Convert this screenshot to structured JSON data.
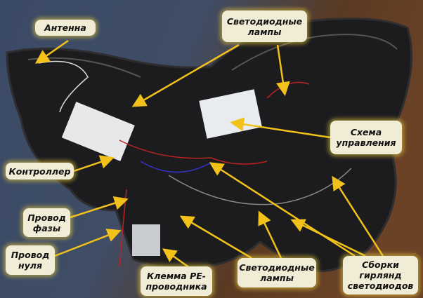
{
  "labels": {
    "antenna": "Антенна",
    "led_lamps_top": "Светодиодные лампы",
    "control_circuit": "Схема управления",
    "controller": "Контроллер",
    "phase_wire": "Провод фазы",
    "neutral_wire": "Провод нуля",
    "pe_terminal": "Клемма PE-проводника",
    "led_lamps_bottom": "Светодиодные лампы",
    "led_garland_assemblies": "Сборки гирлянд светодиодов"
  },
  "colors": {
    "arrow": "#f2c21a",
    "label_bg": "#f1ecd6",
    "background_left": "#3b4a66",
    "background_right": "#5a3a22",
    "panel": "#1c1c1e"
  }
}
